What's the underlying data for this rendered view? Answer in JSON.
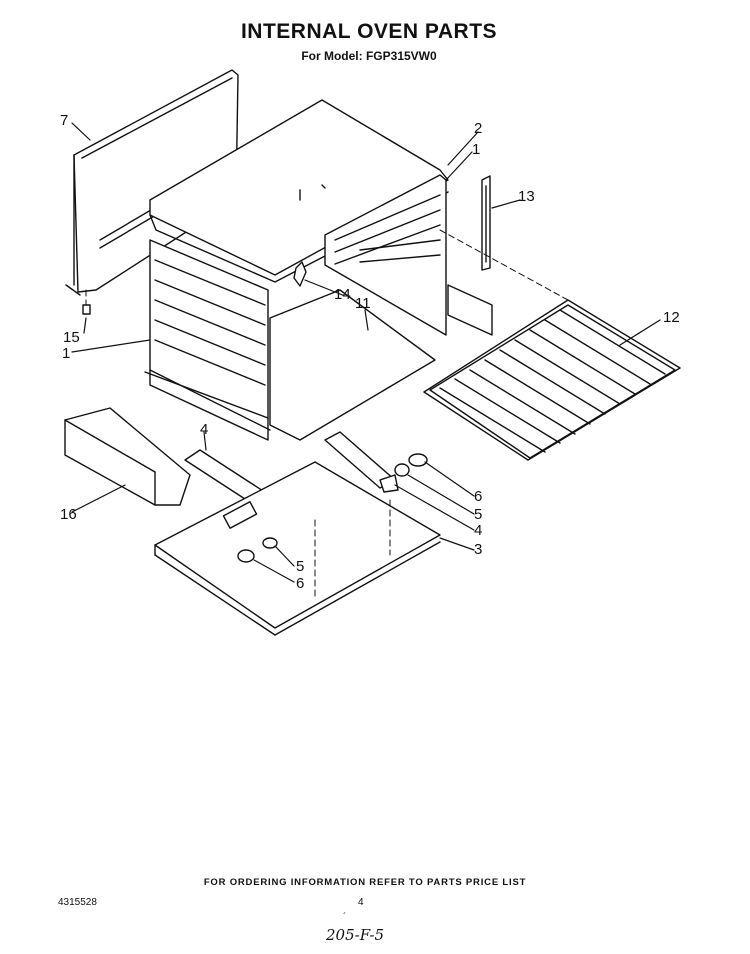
{
  "header": {
    "title": "INTERNAL OVEN PARTS",
    "model": "For Model: FGP315VW0"
  },
  "callouts": {
    "c1a": "1",
    "c1b": "1",
    "c2": "2",
    "c3": "3",
    "c4a": "4",
    "c4b": "4",
    "c5a": "5",
    "c5b": "5",
    "c6a": "6",
    "c6b": "6",
    "c7": "7",
    "c11": "11",
    "c12": "12",
    "c13": "13",
    "c14": "14",
    "c15": "15",
    "c16": "16"
  },
  "footer": {
    "ordering_note": "FOR ORDERING INFORMATION REFER TO PARTS PRICE LIST",
    "doc_number": "4315528",
    "page_number": "4",
    "mark": "´",
    "handwritten": "205-F-5"
  }
}
